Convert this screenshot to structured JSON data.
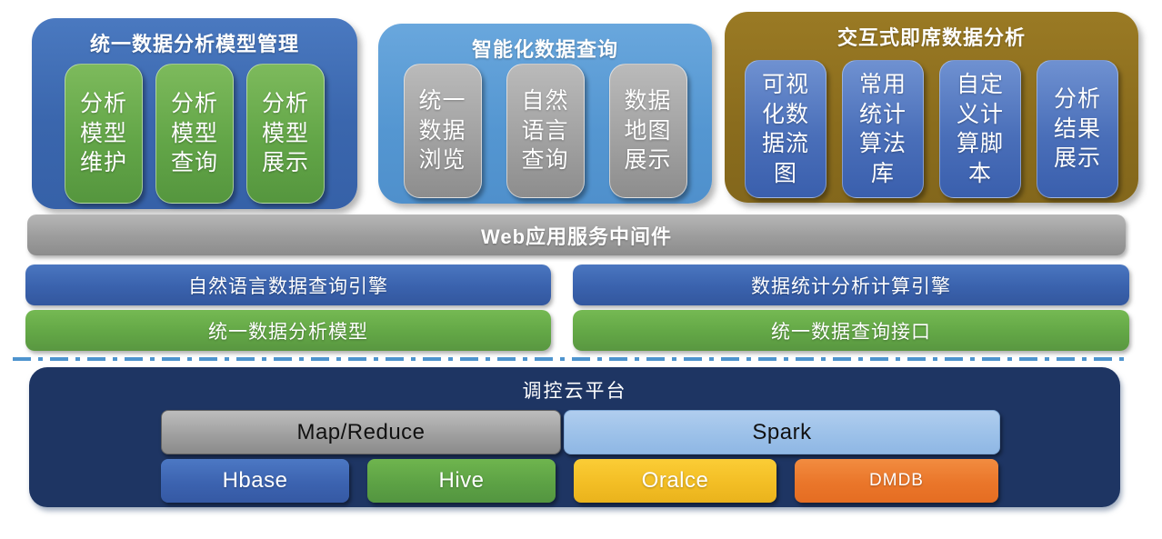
{
  "diagram": {
    "panels": [
      {
        "title": "统一数据分析模型管理",
        "items": [
          "分析\n模型\n维护",
          "分析\n模型\n查询",
          "分析\n模型\n展示"
        ]
      },
      {
        "title": "智能化数据查询",
        "items": [
          "统一\n数据\n浏览",
          "自然\n语言\n查询",
          "数据\n地图\n展示"
        ]
      },
      {
        "title": "交互式即席数据分析",
        "items": [
          "可视\n化数\n据流\n图",
          "常用\n统计\n算法\n库",
          "自定\n义计\n算脚\n本",
          "分析\n结果\n展示"
        ]
      }
    ],
    "middleware": {
      "label": "Web应用服务中间件"
    },
    "engines": {
      "left_top": "自然语言数据查询引擎",
      "left_bottom": "统一数据分析模型",
      "right_top": "数据统计分析计算引擎",
      "right_bottom": "统一数据查询接口"
    },
    "platform": {
      "title": "调控云平台",
      "compute": [
        "Map/Reduce",
        "Spark"
      ],
      "databases": [
        "Hbase",
        "Hive",
        "Oralce",
        "DMDB"
      ]
    },
    "colors": {
      "panel_blue": "#3a66ad",
      "panel_sky": "#5496d1",
      "panel_brown": "#8a6c1d",
      "chip_green": "#63a648",
      "chip_gray": "#a2a2a2",
      "chip_blue": "#4a6fb9",
      "bar_gray": "#9c9c9c",
      "bar_blue": "#3a62ad",
      "bar_green": "#63a746",
      "dash_blue": "#4e94ce",
      "platform_navy": "#1e3563",
      "spark_blue": "#9cc1e9",
      "oracle_yellow": "#f3be25",
      "dmdb_orange": "#ea762a"
    }
  }
}
